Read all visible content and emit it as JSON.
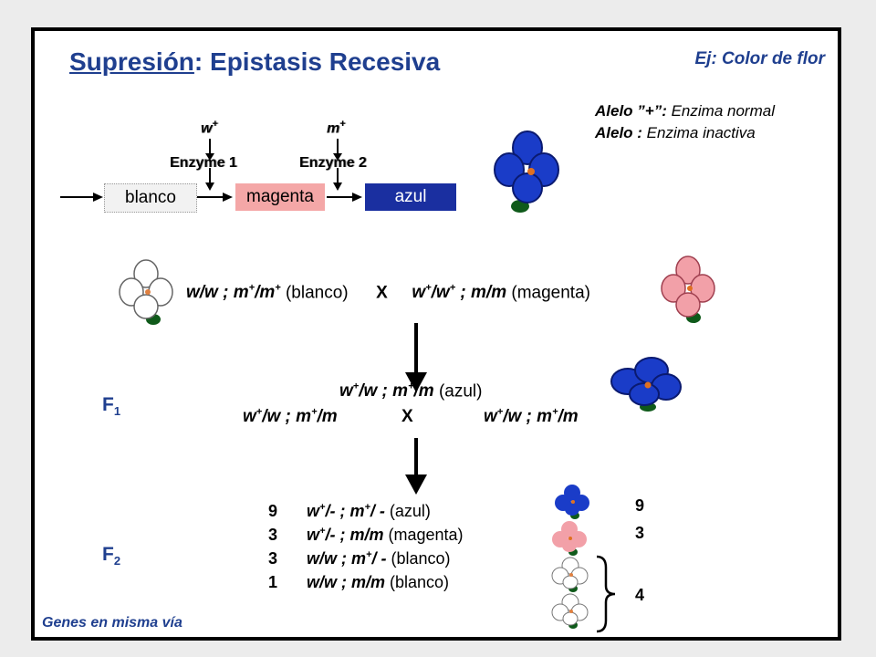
{
  "title": {
    "part1": "Supresión",
    "part2": ": Epistasis Recesiva"
  },
  "example": "Ej: Color de flor",
  "alleles": {
    "line1_label": "Alelo ”+”:",
    "line1_value": " Enzima normal",
    "line2_label": "Alelo      :",
    "line2_value": " Enzima inactiva"
  },
  "pathway": {
    "gene1": "w",
    "gene2": "m",
    "enzyme1": "Enzyme 1",
    "enzyme2": "Enzyme 2",
    "step1": "blanco",
    "step2": "magenta",
    "step3": "azul"
  },
  "parents": {
    "left_genotype_w": "w/w",
    "left_genotype_m": " ; m",
    "left_genotype_m2": "/m",
    "left_phenotype": " (blanco)",
    "cross_symbol": "X",
    "right_genotype_w": "w",
    "right_genotype_w2": "/w",
    "right_genotype_m": " ; m/m",
    "right_phenotype": " (magenta)"
  },
  "f1": {
    "label": "F",
    "label_sub": "1",
    "genotype_w": "w",
    "genotype_w2": "/w ; m",
    "genotype_m": "/m",
    "phenotype": " (azul)",
    "cross_left_a": "w",
    "cross_left_b": "/w ; m",
    "cross_left_c": "/m",
    "cross_symbol": "X",
    "cross_right_a": "w",
    "cross_right_b": "/w ; m",
    "cross_right_c": "/m"
  },
  "f2": {
    "label": "F",
    "label_sub": "2",
    "rows": [
      {
        "count": "9",
        "g1": "w",
        "g2": "/- ; m",
        "g3": "/ -",
        "pheno": " (azul)"
      },
      {
        "count": "3",
        "g1": "w",
        "g2": "/- ; m/m",
        "g3": "",
        "pheno": " (magenta)"
      },
      {
        "count": "3",
        "g1": "w/w ; m",
        "g2": "/ -",
        "g3": "",
        "pheno": " (blanco)"
      },
      {
        "count": "1",
        "g1": "w/w ; m/m",
        "g2": "",
        "g3": "",
        "pheno": " (blanco)"
      }
    ],
    "ratio": [
      "9",
      "3",
      "4"
    ]
  },
  "plus": "+",
  "footer": "Genes en misma vía",
  "colors": {
    "title_blue": "#1f3f8f",
    "magenta_box": "#f4a7a7",
    "azul_box": "#1a2fa0",
    "flower_blue": "#1a3cc8",
    "flower_pink": "#f2a0a8"
  }
}
